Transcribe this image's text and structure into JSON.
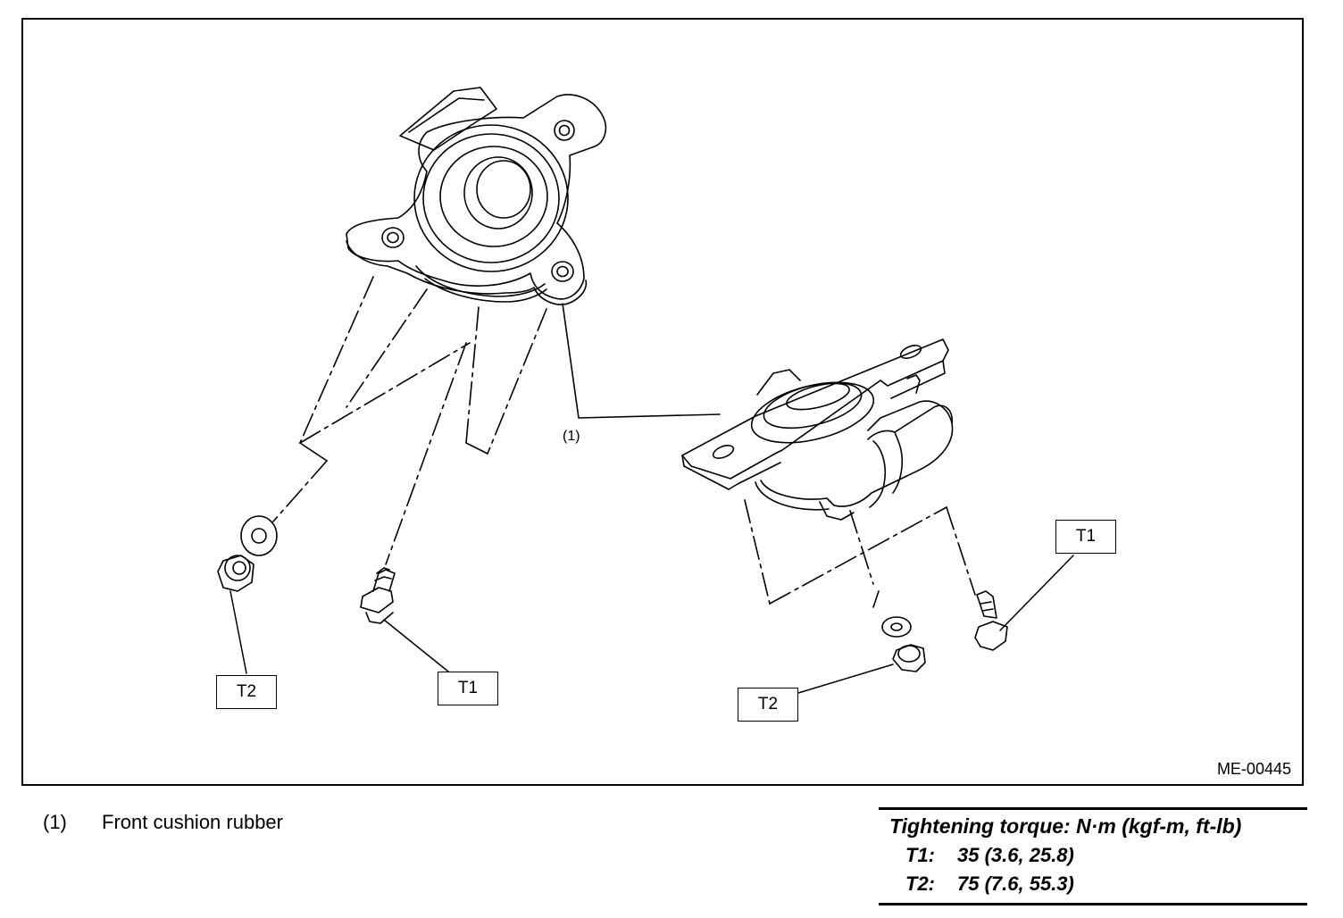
{
  "figure": {
    "figure_id": "ME-00445",
    "part_label": "(1)",
    "callouts": {
      "t2_left": "T2",
      "t1_left": "T1",
      "t1_right": "T1",
      "t2_right": "T2"
    }
  },
  "legend": {
    "number": "(1)",
    "text": "Front cushion rubber"
  },
  "torque": {
    "title": "Tightening torque: N·m (kgf-m, ft-lb)",
    "rows": [
      {
        "key": "T1:",
        "value": "35 (3.6, 25.8)"
      },
      {
        "key": "T2:",
        "value": "75 (7.6, 55.3)"
      }
    ]
  }
}
